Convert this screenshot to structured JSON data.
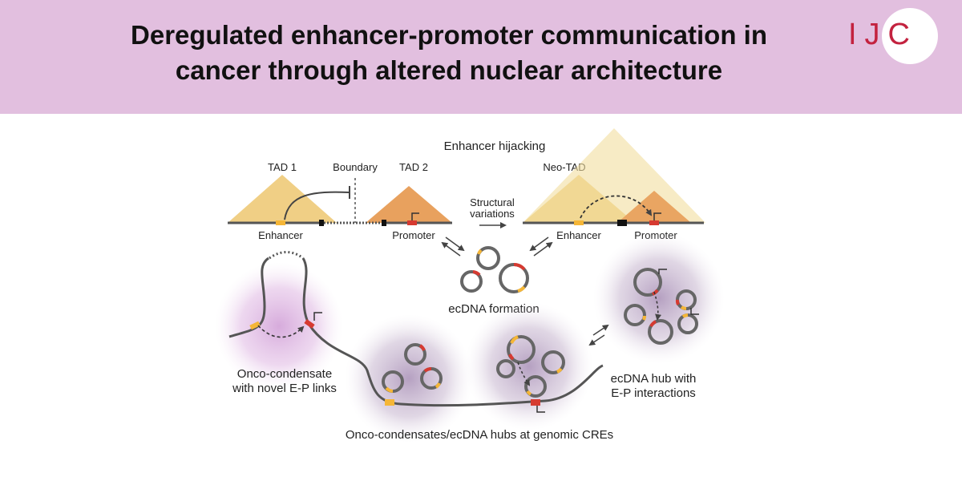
{
  "header": {
    "title_line1": "Deregulated enhancer-promoter communication in",
    "title_line2": "cancer through altered nuclear architecture",
    "logo_text": "IJC"
  },
  "diagram": {
    "enhancer_hijacking": "Enhancer hijacking",
    "tad1": "TAD 1",
    "boundary": "Boundary",
    "tad2": "TAD 2",
    "neo_tad": "Neo-TAD",
    "structural_1": "Structural",
    "structural_2": "variations",
    "enhancer": "Enhancer",
    "promoter": "Promoter",
    "enhancer_right": "Enhancer",
    "promoter_right": "Promoter",
    "ecdna_formation": "ecDNA formation",
    "onco_condensate_1": "Onco-condensate",
    "onco_condensate_2": "with novel E-P links",
    "ecdna_hub_1": "ecDNA hub with",
    "ecdna_hub_2": "E-P interactions",
    "bottom_caption": "Onco-condensates/ecDNA hubs at genomic CREs"
  },
  "colors": {
    "banner": "#e2bfdf",
    "logo_red": "#c3223f",
    "tad_yellow": "#f0cf85",
    "tad_orange": "#e8a15e",
    "enhancer": "#f5b637",
    "promoter": "#d63a31",
    "dna": "#555555",
    "condensate_pink": "#d8a8dc",
    "hub_purple": "#a58bb0"
  }
}
